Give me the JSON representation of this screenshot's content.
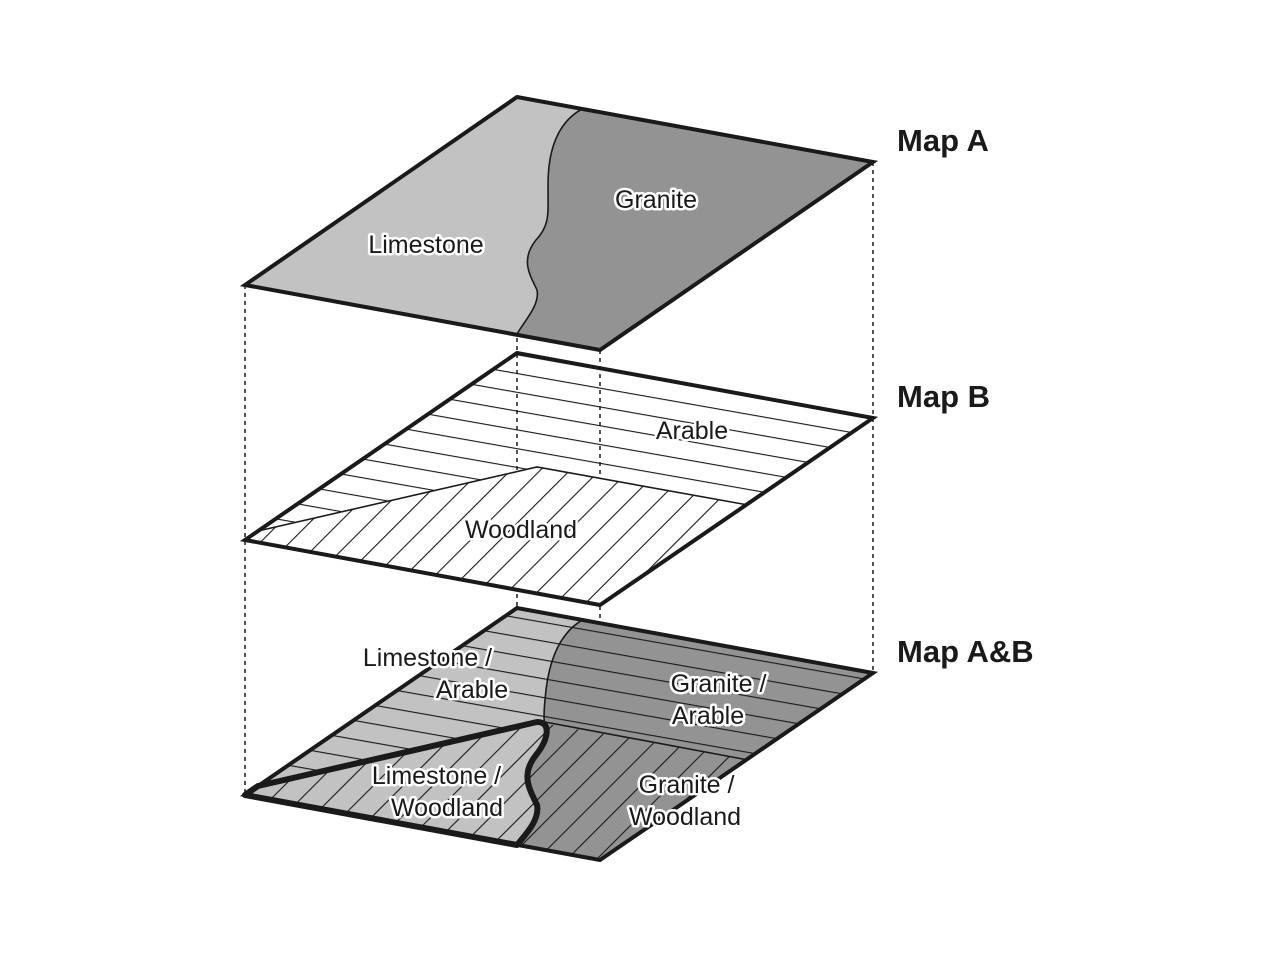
{
  "map_a": {
    "title": "Map A",
    "regions": {
      "limestone": "Limestone",
      "granite": "Granite"
    }
  },
  "map_b": {
    "title": "Map B",
    "regions": {
      "arable": "Arable",
      "woodland": "Woodland"
    }
  },
  "map_ab": {
    "title": "Map A&B",
    "regions": {
      "limestone_arable": [
        "Limestone /",
        "Arable"
      ],
      "granite_arable": [
        "Granite /",
        "Arable"
      ],
      "limestone_woodland": [
        "Limestone /",
        "Woodland"
      ],
      "granite_woodland": [
        "Granite /",
        "Woodland"
      ]
    }
  },
  "colors": {
    "limestone": "#c2c2c2",
    "granite": "#939393",
    "outline": "#1a1a1a",
    "background": "#ffffff"
  }
}
